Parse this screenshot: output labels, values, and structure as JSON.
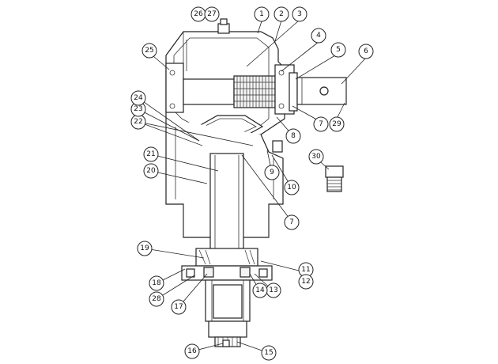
{
  "callouts": [
    {
      "id": "c1",
      "label": "1"
    },
    {
      "id": "c2",
      "label": "2"
    },
    {
      "id": "c3",
      "label": "3"
    },
    {
      "id": "c4",
      "label": "4"
    },
    {
      "id": "c5",
      "label": "5"
    },
    {
      "id": "c6",
      "label": "6"
    },
    {
      "id": "c7a",
      "label": "7"
    },
    {
      "id": "c7b",
      "label": "7"
    },
    {
      "id": "c8",
      "label": "8"
    },
    {
      "id": "c9",
      "label": "9"
    },
    {
      "id": "c10",
      "label": "10"
    },
    {
      "id": "c11",
      "label": "11"
    },
    {
      "id": "c12",
      "label": "12"
    },
    {
      "id": "c13",
      "label": "13"
    },
    {
      "id": "c14",
      "label": "14"
    },
    {
      "id": "c15",
      "label": "15"
    },
    {
      "id": "c16",
      "label": "16"
    },
    {
      "id": "c17",
      "label": "17"
    },
    {
      "id": "c18",
      "label": "18"
    },
    {
      "id": "c19",
      "label": "19"
    },
    {
      "id": "c20",
      "label": "20"
    },
    {
      "id": "c21",
      "label": "21"
    },
    {
      "id": "c22",
      "label": "22"
    },
    {
      "id": "c23",
      "label": "23"
    },
    {
      "id": "c24",
      "label": "24"
    },
    {
      "id": "c25",
      "label": "25"
    },
    {
      "id": "c26",
      "label": "26"
    },
    {
      "id": "c27",
      "label": "27"
    },
    {
      "id": "c28",
      "label": "28"
    },
    {
      "id": "c29",
      "label": "29"
    },
    {
      "id": "c30",
      "label": "30"
    }
  ]
}
